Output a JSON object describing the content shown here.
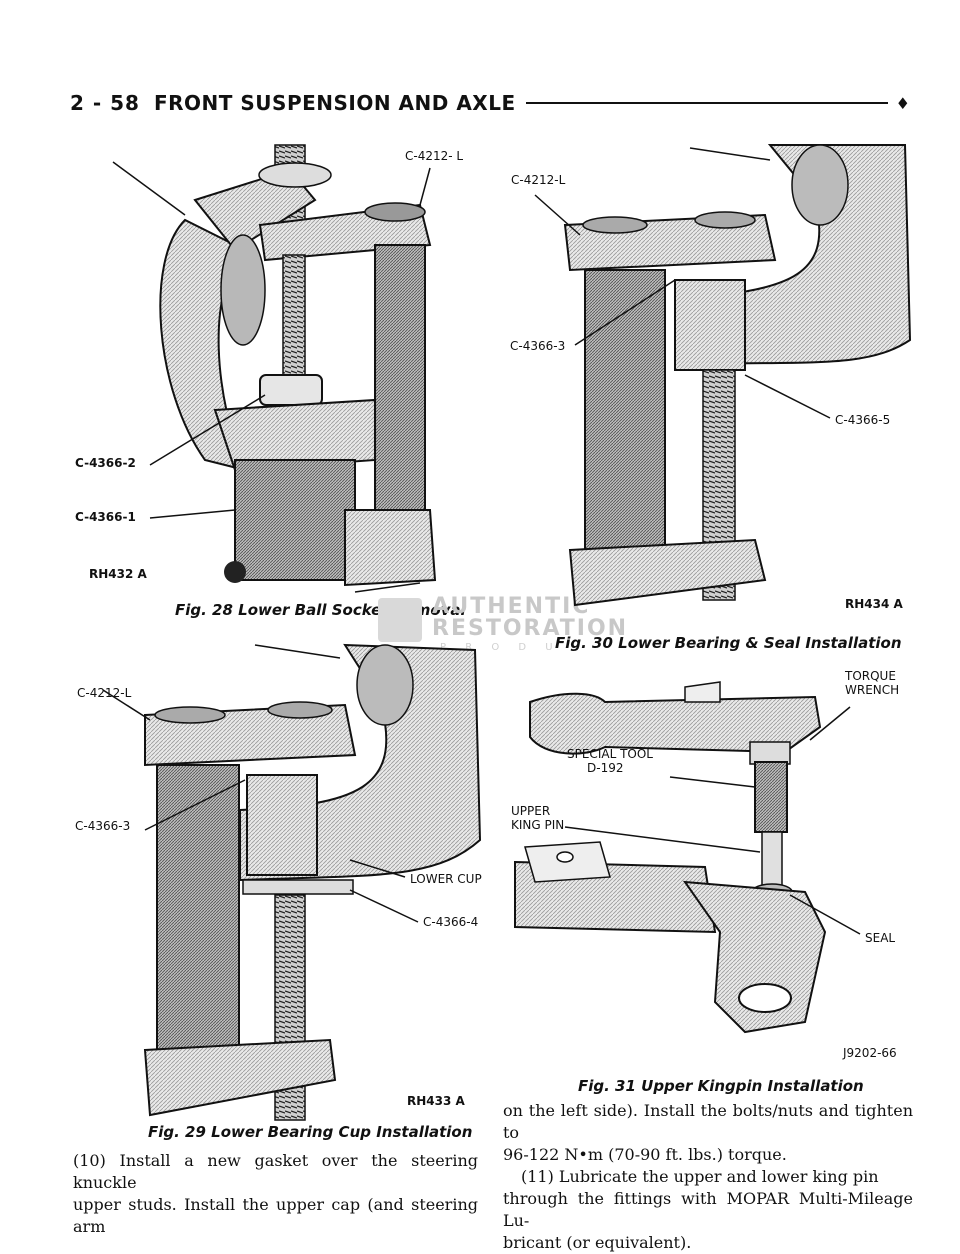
{
  "header": {
    "page_number": "2 - 58",
    "section_title": "FRONT SUSPENSION AND AXLE",
    "marker": "♦"
  },
  "fig28": {
    "caption": "Fig. 28 Lower Ball Socket Removal",
    "labels": {
      "c4212l": "C-4212- L",
      "c43662": "C-4366-2",
      "c43661": "C-4366-1",
      "code": "RH432 A"
    }
  },
  "fig29": {
    "caption": "Fig. 29 Lower Bearing Cup Installation",
    "labels": {
      "c4212l": "C-4212-L",
      "c43663": "C-4366-3",
      "lower_cup": "LOWER CUP",
      "c43664": "C-4366-4",
      "code": "RH433 A"
    }
  },
  "fig30": {
    "caption": "Fig. 30 Lower Bearing & Seal Installation",
    "labels": {
      "c4212l": "C-4212-L",
      "c43663": "C-4366-3",
      "c43665": "C-4366-5",
      "code": "RH434 A"
    }
  },
  "fig31": {
    "caption": "Fig. 31 Upper Kingpin Installation",
    "labels": {
      "torque1": "TORQUE",
      "torque2": "WRENCH",
      "special1": "SPECIAL TOOL",
      "special2": "D-192",
      "upper1": "UPPER",
      "upper2": "KING PIN",
      "seal": "SEAL",
      "code": "J9202-66"
    }
  },
  "watermark": {
    "line1": "AUTHENTIC",
    "line2": "RESTORATION",
    "line3": "P R O D U"
  },
  "body_text": {
    "left_p1_line1": "(10) Install a new gasket over the steering knuckle",
    "left_p1_line2": "upper studs. Install the upper cap (and steering arm",
    "right_p1_line1": "on the left side). Install the bolts/nuts and tighten to",
    "right_p1_line2": "96-122 N•m (70-90 ft. lbs.) torque.",
    "right_p2_line1": "(11) Lubricate the upper and lower king pin",
    "right_p2_line2": "through the fittings with MOPAR Multi-Mileage Lu-",
    "right_p2_line3": "bricant (or equivalent)."
  }
}
